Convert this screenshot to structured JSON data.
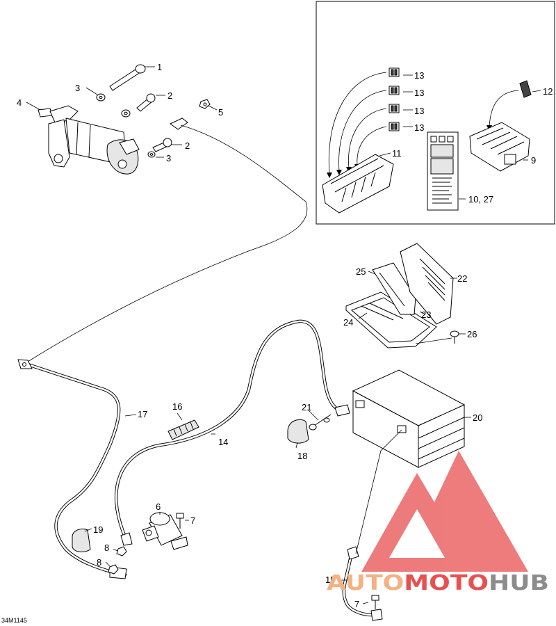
{
  "diagram_code": "34M1145",
  "callouts": {
    "c1": "1",
    "c2a": "2",
    "c2b": "2",
    "c3a": "3",
    "c3b": "3",
    "c4": "4",
    "c5": "5",
    "c6": "6",
    "c7a": "7",
    "c7b": "7",
    "c8a": "8",
    "c8b": "8",
    "c9": "9",
    "c10_27": "10, 27",
    "c11": "11",
    "c12": "12",
    "c13a": "13",
    "c13b": "13",
    "c13c": "13",
    "c13d": "13",
    "c14": "14",
    "c15": "15",
    "c16": "16",
    "c17": "17",
    "c18": "18",
    "c19": "19",
    "c20": "20",
    "c21": "21",
    "c22": "22",
    "c23": "23",
    "c24": "24",
    "c25": "25",
    "c26": "26"
  },
  "watermark": {
    "part1": "AUTO",
    "part2": "MOTO",
    "part3": "HUB",
    "color_orange": "#f4b183",
    "color_red": "#e85050",
    "color_gray": "#8c8c8c"
  }
}
